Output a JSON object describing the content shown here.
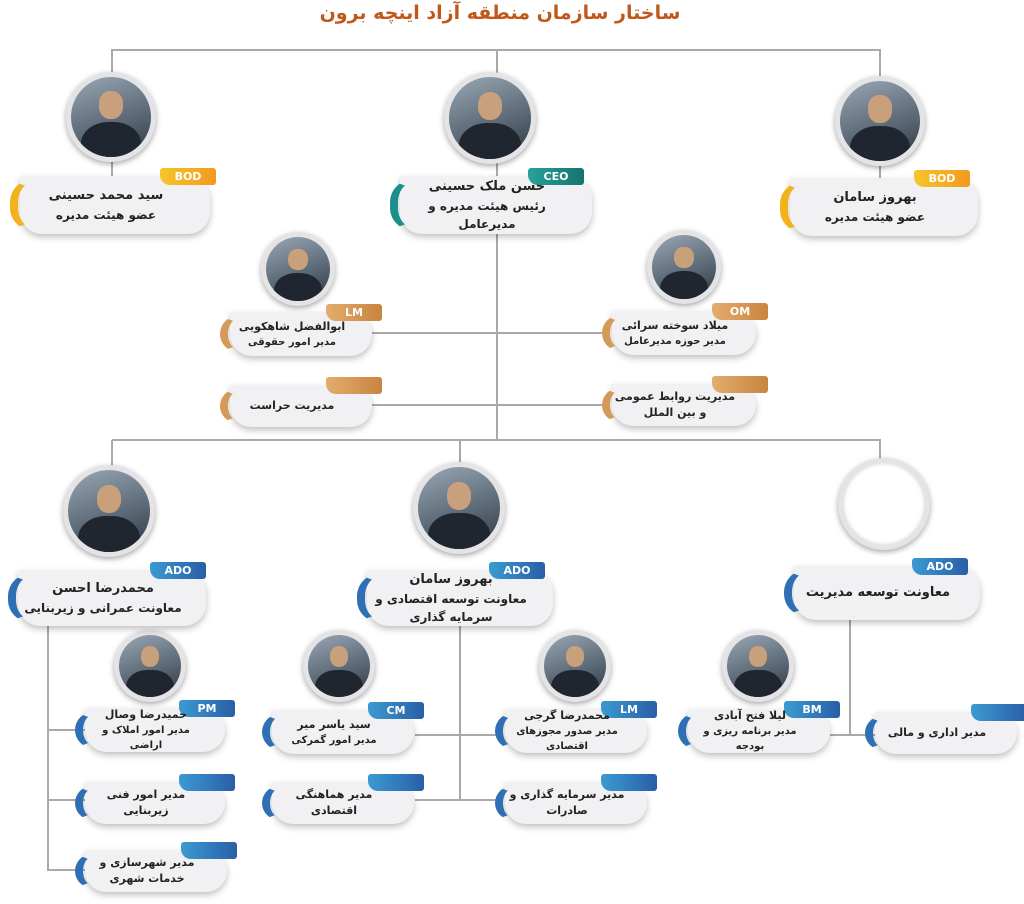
{
  "title": "ساختار سازمان منطقه آزاد اینچه برون",
  "cards": {
    "c1": {
      "tag": "BOD",
      "name": "سید محمد حسینی",
      "role": "عضو هیئت مدیره"
    },
    "c2": {
      "tag": "CEO",
      "name": "حسن ملک حسینی",
      "role": "رئیس هیئت مدیره و مدیرعامل"
    },
    "c3": {
      "tag": "BOD",
      "name": "بهروز سامان",
      "role": "عضو هیئت مدیره"
    },
    "c4": {
      "tag": "LM",
      "name": "ابوالفضل شاهکویی",
      "role": "مدیر امور حقوقی"
    },
    "c5": {
      "tag": "OM",
      "name": "میلاد سوخته سرائی",
      "role": "مدیر حوزه مدیرعامل"
    },
    "c6": {
      "tag": "",
      "name": "مدیریت حراست",
      "role": ""
    },
    "c7": {
      "tag": "",
      "name": "مدیریت روابط عمومی و بین الملل",
      "role": ""
    },
    "c8": {
      "tag": "ADO",
      "name": "محمدرضا احسن",
      "role": "معاونت عمرانی و زیربنایی"
    },
    "c9": {
      "tag": "ADO",
      "name": "بهروز سامان",
      "role": "معاونت توسعه اقتصادی و سرمایه گذاری"
    },
    "c10": {
      "tag": "ADO",
      "name": "معاونت توسعه مدیریت",
      "role": ""
    },
    "c11": {
      "tag": "PM",
      "name": "حمیدرضا وصال",
      "role": "مدیر امور املاک و اراضی"
    },
    "c12": {
      "tag": "",
      "name": "مدیر امور فنی زیربنایی",
      "role": ""
    },
    "c13": {
      "tag": "",
      "name": "مدیر شهرسازی و خدمات شهری",
      "role": ""
    },
    "c14": {
      "tag": "CM",
      "name": "سید یاسر میر",
      "role": "مدیر امور گمرکی"
    },
    "c15": {
      "tag": "LM",
      "name": "محمدرضا گرجی",
      "role": "مدیر صدور مجوزهای اقتصادی"
    },
    "c16": {
      "tag": "",
      "name": "مدیر هماهنگی اقتصادی",
      "role": ""
    },
    "c17": {
      "tag": "",
      "name": "مدیر سرمایه گذاری و صادرات",
      "role": ""
    },
    "c18": {
      "tag": "BM",
      "name": "لیلا فتح آبادی",
      "role": "مدیر برنامه ریزی و بودجه"
    },
    "c19": {
      "tag": "",
      "name": "مدیر اداری و مالی",
      "role": ""
    }
  },
  "colors": {
    "title": "#c0581a",
    "lines": "#a9a9a9",
    "gold": "#f2b21b",
    "teal": "#1b8f8c",
    "tan": "#d49a57",
    "blue": "#2f6fb4"
  }
}
